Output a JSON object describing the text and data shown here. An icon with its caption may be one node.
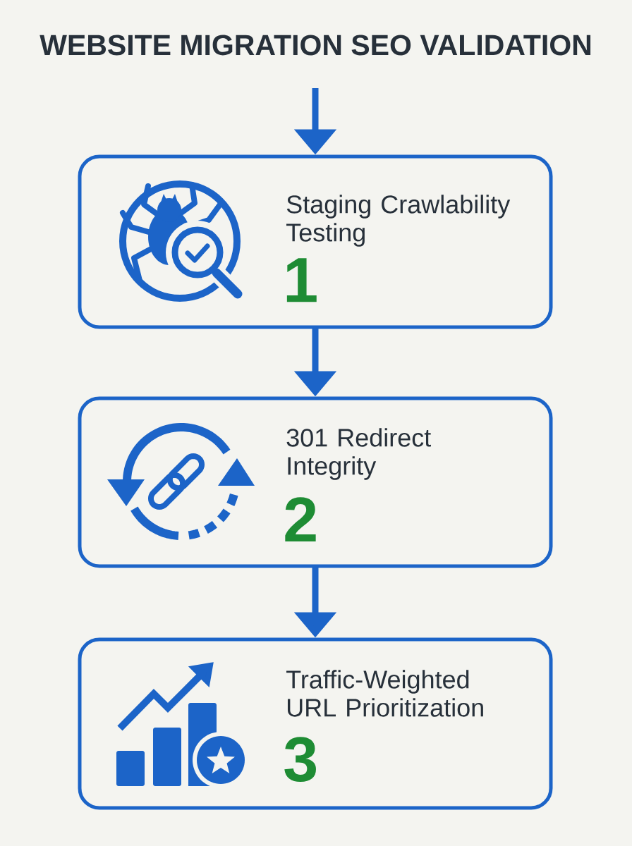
{
  "diagram": {
    "title": "WEBSITE MIGRATION SEO VALIDATION",
    "nodes": [
      {
        "text": [
          "Staging Crawlability Testing",
          "1"
        ]
      },
      {
        "text": [
          "301 Redirect Integrity",
          "2"
        ]
      },
      {
        "text": [
          "Traffic-Weighted URL Prioritization",
          "3"
        ]
      }
    ],
    "edges": [
      {
        "from": null,
        "to": 0,
        "arrow": "to"
      },
      {
        "from": 0,
        "to": 1,
        "arrow": "to"
      },
      {
        "from": 1,
        "to": 2,
        "arrow": "to"
      }
    ]
  }
}
